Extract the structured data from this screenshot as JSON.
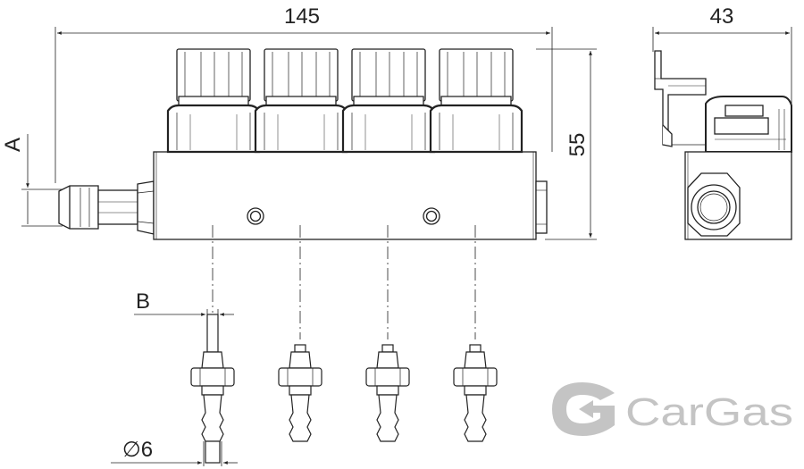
{
  "dimensions": {
    "width": "145",
    "height": "55",
    "depth": "43",
    "label_a": "A",
    "label_b": "B",
    "nozzle_diameter": "∅6"
  },
  "logo": {
    "brand_text": "CarGas",
    "color": "#c4c4c4"
  },
  "colors": {
    "line": "#222222",
    "light_line": "#777777"
  }
}
